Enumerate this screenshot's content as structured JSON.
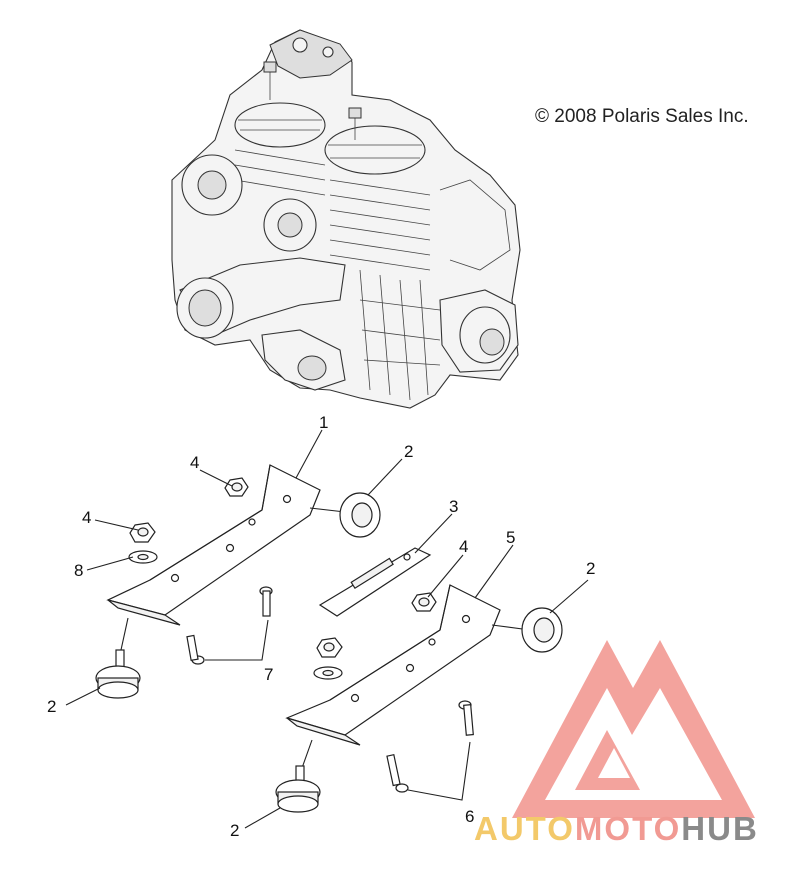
{
  "copyright": "© 2008 Polaris Sales Inc.",
  "callouts": {
    "c1": "1",
    "c2a": "2",
    "c2b": "2",
    "c2c": "2",
    "c2d": "2",
    "c3": "3",
    "c4a": "4",
    "c4b": "4",
    "c4c": "4",
    "c5": "5",
    "c6": "6",
    "c7": "7",
    "c8": "8"
  },
  "watermark": {
    "part1": "AUTO",
    "part2": "MOTO",
    "part3": "HUB",
    "colors": {
      "auto": "#f3c96a",
      "moto": "#f19a93",
      "hub": "#8a8a8a",
      "logo": "#f2938c"
    }
  }
}
